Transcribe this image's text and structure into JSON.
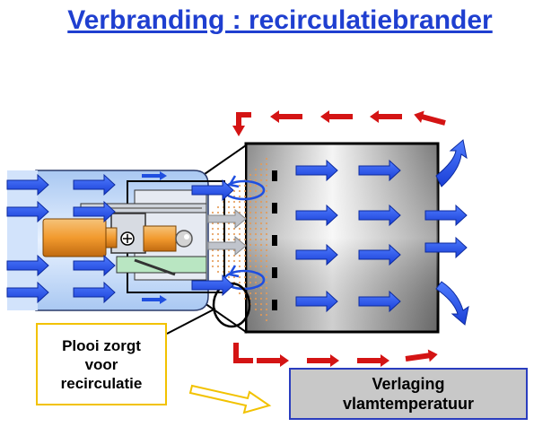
{
  "title": "Verbranding : recirculatiebrander",
  "callouts": {
    "recirculation": "Plooi zorgt voor recirculatie",
    "temperature": "Verlaging vlamtemperatuur"
  },
  "colors": {
    "title": "#1f3fd0",
    "flow_arrows": "#1f4fe0",
    "recirculation_arrows": "#d41414",
    "callout_border_yellow": "#f2c200",
    "callout_border_blue": "#2a3dbf",
    "chamber_gray": "#9a9a9a"
  }
}
